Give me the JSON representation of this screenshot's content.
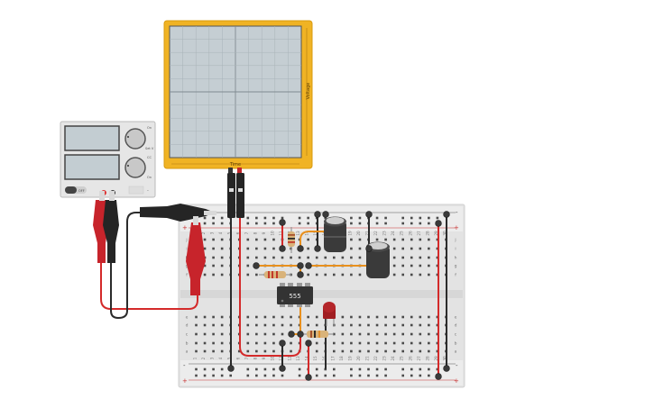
{
  "oscilloscope": {
    "x_axis_label": "Time",
    "y_axis_label": "Voltage",
    "frame_color": "#f0b324",
    "screen_color": "#c5ced3"
  },
  "power_supply": {
    "top_label": "On",
    "mid_label": "Set V",
    "cc_label": "CC",
    "bottom_label": "On",
    "off_label": "OFF",
    "plus_label": "+",
    "minus_label": "-"
  },
  "breadboard": {
    "rail_plus": "+",
    "rail_minus": "-",
    "row_letters_top": [
      "j",
      "i",
      "h",
      "g",
      "f"
    ],
    "row_letters_bottom": [
      "e",
      "d",
      "c",
      "b",
      "a"
    ],
    "column_numbers": [
      "1",
      "2",
      "3",
      "4",
      "5",
      "6",
      "7",
      "8",
      "9",
      "10",
      "11",
      "12",
      "13",
      "14",
      "15",
      "16",
      "17",
      "18",
      "19",
      "20",
      "21",
      "22",
      "23",
      "24",
      "25",
      "26",
      "27",
      "28",
      "29",
      "30"
    ]
  },
  "chip": {
    "label": "555"
  },
  "colors": {
    "wire_red": "#d42a2a",
    "wire_black": "#2b2b2b",
    "wire_orange": "#e8901e",
    "capacitor": "#3a3a3a",
    "led": "#a11e22"
  }
}
